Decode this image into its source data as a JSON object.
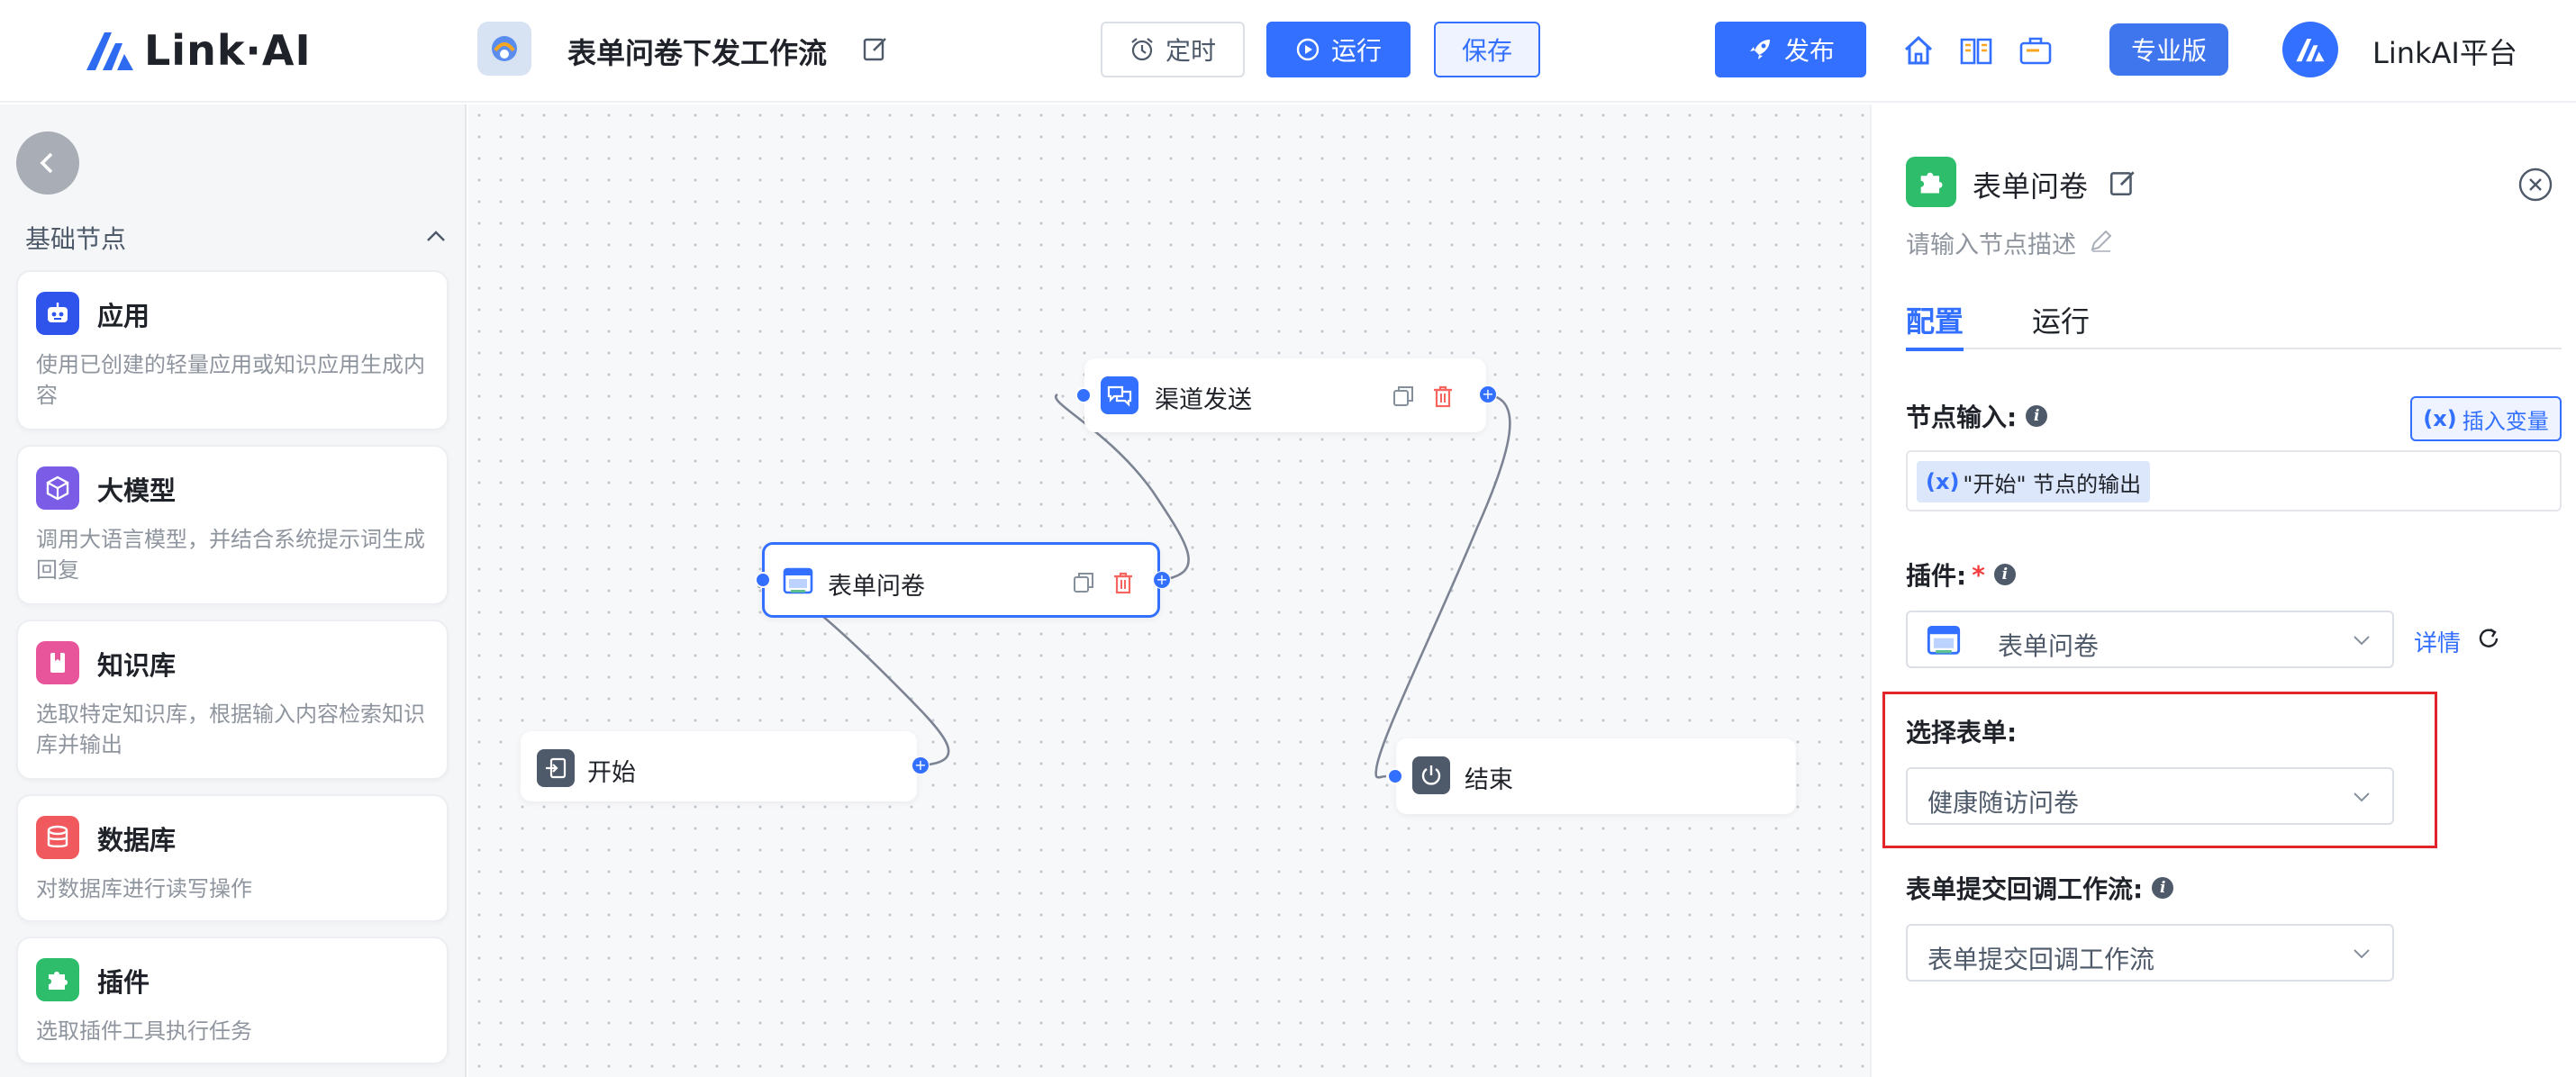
{
  "header": {
    "brand": "Link·AI",
    "workflow_title": "表单问卷下发工作流",
    "timer_label": "定时",
    "run_label": "运行",
    "save_label": "保存",
    "publish_label": "发布",
    "pro_label": "专业版",
    "platform_label": "LinkAI平台"
  },
  "sidebar": {
    "section_title": "基础节点",
    "items": [
      {
        "title": "应用",
        "desc": "使用已创建的轻量应用或知识应用生成内容",
        "color": "#2f54eb"
      },
      {
        "title": "大模型",
        "desc": "调用大语言模型，并结合系统提示词生成回复",
        "color": "#7b5ce6"
      },
      {
        "title": "知识库",
        "desc": "选取特定知识库，根据输入内容检索知识库并输出",
        "color": "#e9559b"
      },
      {
        "title": "数据库",
        "desc": "对数据库进行读写操作",
        "color": "#f0595e"
      },
      {
        "title": "插件",
        "desc": "选取插件工具执行任务",
        "color": "#2ebd6b"
      }
    ]
  },
  "canvas": {
    "nodes": {
      "start": "开始",
      "form": "表单问卷",
      "channel": "渠道发送",
      "end": "结束"
    }
  },
  "panel": {
    "title": "表单问卷",
    "desc_placeholder": "请输入节点描述",
    "tabs": [
      "配置",
      "运行"
    ],
    "node_input_label": "节点输入:",
    "insert_var_label": "插入变量",
    "input_tag": "\"开始\" 节点的输出",
    "plugin_label": "插件:",
    "required_mark": "*",
    "plugin_value": "表单问卷",
    "detail_label": "详情",
    "form_label": "选择表单:",
    "form_value": "健康随访问卷",
    "callback_label": "表单提交回调工作流:",
    "callback_value": "表单提交回调工作流"
  },
  "colors": {
    "primary": "#3370ff",
    "highlight": "#e1252b"
  }
}
